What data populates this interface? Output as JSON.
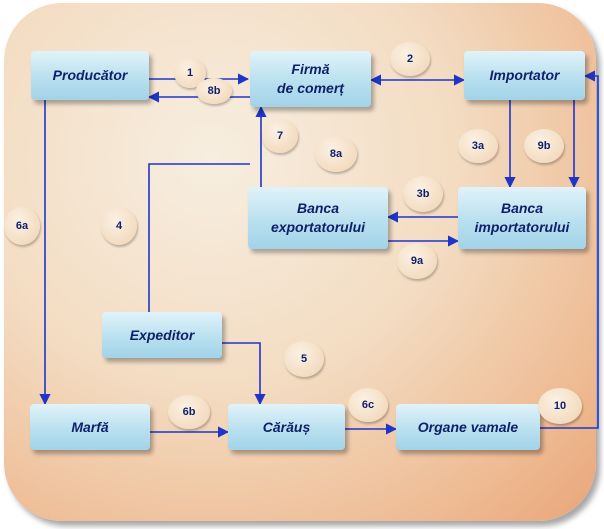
{
  "diagram": {
    "nodes": [
      {
        "id": "producator",
        "label": "Producător"
      },
      {
        "id": "firma",
        "label": "Firmă\nde comerț"
      },
      {
        "id": "importator",
        "label": "Importator"
      },
      {
        "id": "banca-exp",
        "label": "Banca\nexportatorului"
      },
      {
        "id": "banca-imp",
        "label": "Banca\nimportatorului"
      },
      {
        "id": "expeditor",
        "label": "Expeditor"
      },
      {
        "id": "marfa",
        "label": "Marfă"
      },
      {
        "id": "caraus",
        "label": "Cărăuș"
      },
      {
        "id": "organe",
        "label": "Organe vamale"
      }
    ],
    "labels": [
      "1",
      "8b",
      "2",
      "7",
      "8a",
      "3a",
      "9b",
      "3b",
      "9a",
      "6a",
      "4",
      "5",
      "6b",
      "6c",
      "10"
    ],
    "colors": {
      "line": "#1f35c9",
      "node_text": "#0f1f6b",
      "node_fill": "#b9e0ef",
      "panel": "#f3dcc2"
    }
  }
}
